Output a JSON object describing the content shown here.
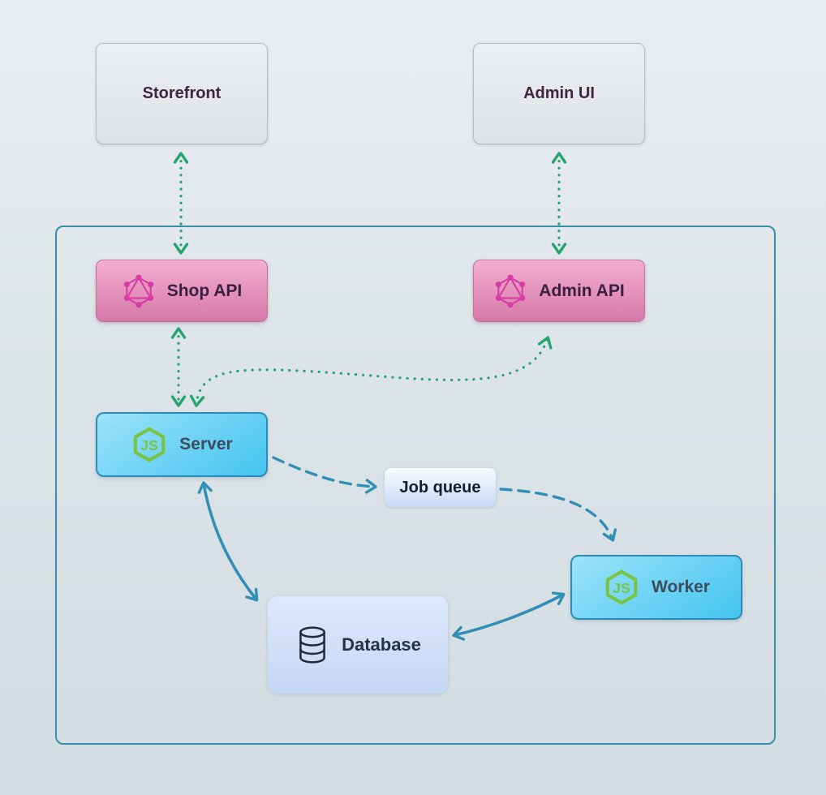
{
  "diagram": {
    "nodes": {
      "storefront": {
        "label": "Storefront"
      },
      "admin_ui": {
        "label": "Admin UI"
      },
      "shop_api": {
        "label": "Shop API"
      },
      "admin_api": {
        "label": "Admin API"
      },
      "server": {
        "label": "Server"
      },
      "job_queue": {
        "label": "Job queue"
      },
      "worker": {
        "label": "Worker"
      },
      "database": {
        "label": "Database"
      }
    },
    "icons": {
      "shop_api": "graphql-icon",
      "admin_api": "graphql-icon",
      "server": "nodejs-icon",
      "worker": "nodejs-icon",
      "database": "database-icon"
    },
    "edges": [
      {
        "from": "storefront",
        "to": "shop_api",
        "style": "dotted",
        "color": "#24a46e",
        "bidirectional": true
      },
      {
        "from": "admin_ui",
        "to": "admin_api",
        "style": "dotted",
        "color": "#24a46e",
        "bidirectional": true
      },
      {
        "from": "shop_api",
        "to": "server",
        "style": "dotted",
        "color": "#24a46e",
        "bidirectional": true
      },
      {
        "from": "server",
        "to": "admin_api",
        "style": "dotted",
        "color": "#24a46e",
        "bidirectional": true
      },
      {
        "from": "server",
        "to": "job_queue",
        "style": "dashed",
        "color": "#318fb5",
        "bidirectional": false
      },
      {
        "from": "job_queue",
        "to": "worker",
        "style": "dashed",
        "color": "#318fb5",
        "bidirectional": false
      },
      {
        "from": "server",
        "to": "database",
        "style": "solid",
        "color": "#318fb5",
        "bidirectional": true
      },
      {
        "from": "database",
        "to": "worker",
        "style": "solid",
        "color": "#318fb5",
        "bidirectional": true
      }
    ],
    "colors": {
      "green_arrow": "#24a46e",
      "blue_arrow": "#318fb5",
      "boundary_border": "#3a8cab",
      "graphql_pink": "#d83da5",
      "nodejs_green": "#79c442",
      "api_node_top": "#f3aed0",
      "api_node_bottom": "#d678a8",
      "server_node_top": "#9ce3fa",
      "server_node_bottom": "#44c4f0"
    }
  }
}
